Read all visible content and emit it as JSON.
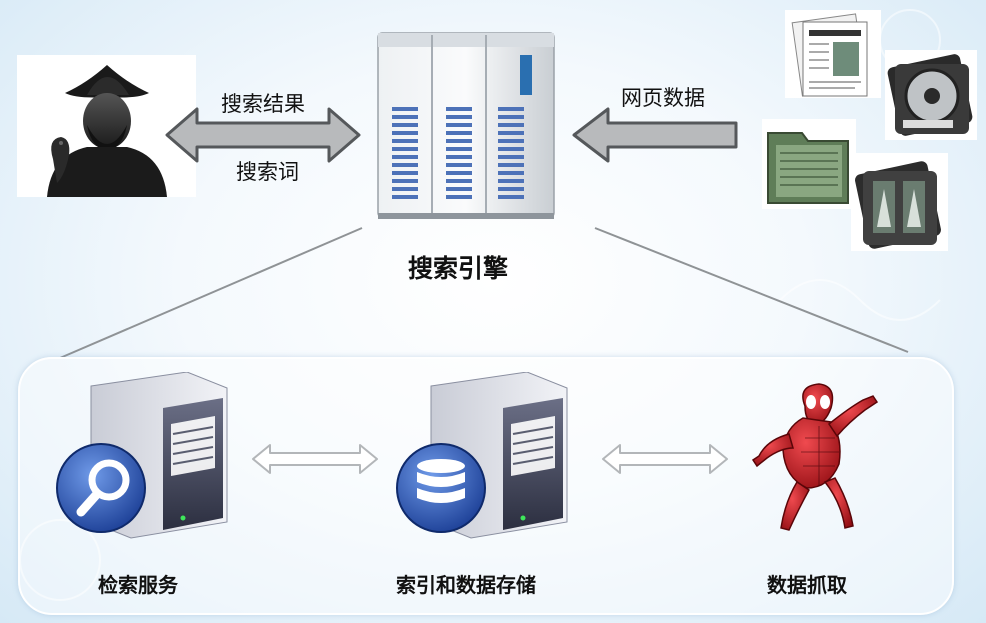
{
  "top": {
    "search_results_label": "搜索结果",
    "search_terms_label": "搜索词",
    "web_data_label": "网页数据",
    "engine_label": "搜索引擎"
  },
  "bottom": {
    "retrieval_label": "检索服务",
    "index_storage_label": "索引和数据存储",
    "crawl_label": "数据抓取"
  },
  "icons": [
    "user-silhouette-icon",
    "server-rack-icon",
    "newspaper-icon",
    "cd-case-icon",
    "folder-icon",
    "film-case-icon",
    "search-server-icon",
    "database-server-icon",
    "spiderman-icon"
  ],
  "colors": {
    "arrow_fill": "#b8babc",
    "arrow_stroke": "#55585b",
    "panel_border": "#ffffff",
    "server_blue": "#3f63b5",
    "spider_red": "#c8161d"
  }
}
